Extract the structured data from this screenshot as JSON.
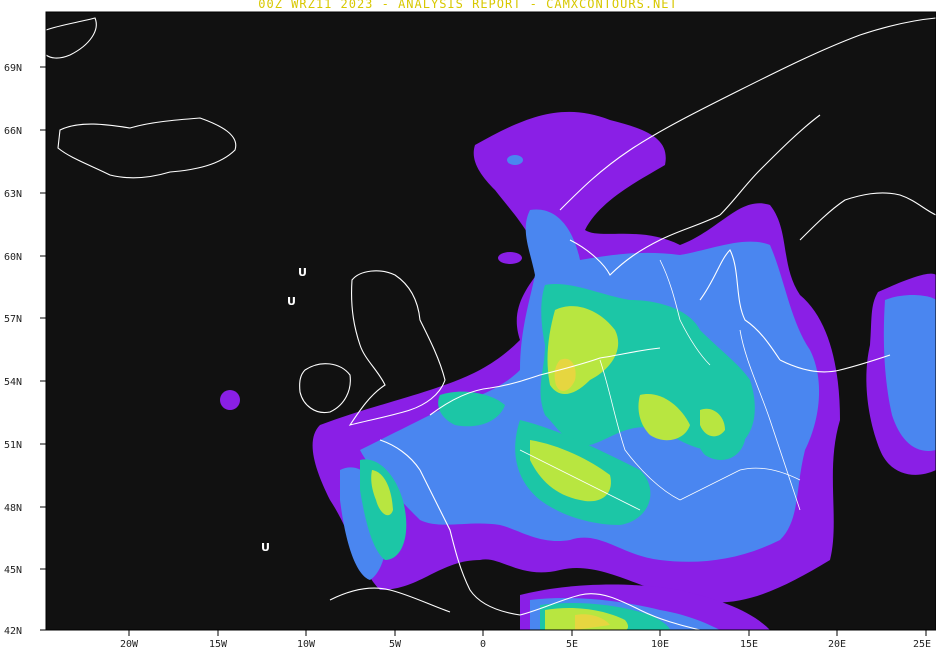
{
  "map": {
    "title": "00Z WRZ11 2023 - ANALYSIS REPORT - CAMXCONTOURS.NET",
    "lat_labels": [
      "69N",
      "66N",
      "63N",
      "60N",
      "57N",
      "54N",
      "51N",
      "48N",
      "45N",
      "42N"
    ],
    "lon_labels": [
      "20W",
      "15W",
      "10W",
      "5W",
      "0",
      "5E",
      "10E",
      "15E",
      "20E",
      "25E"
    ],
    "markers": [
      "U",
      "U",
      "U"
    ],
    "colors": {
      "background": "#111111",
      "coast": "#ffffff",
      "level1": "#8a1fe6",
      "level2": "#4a86f0",
      "level3": "#1cc6a6",
      "level4": "#b8e640",
      "level5": "#e6d640"
    }
  }
}
